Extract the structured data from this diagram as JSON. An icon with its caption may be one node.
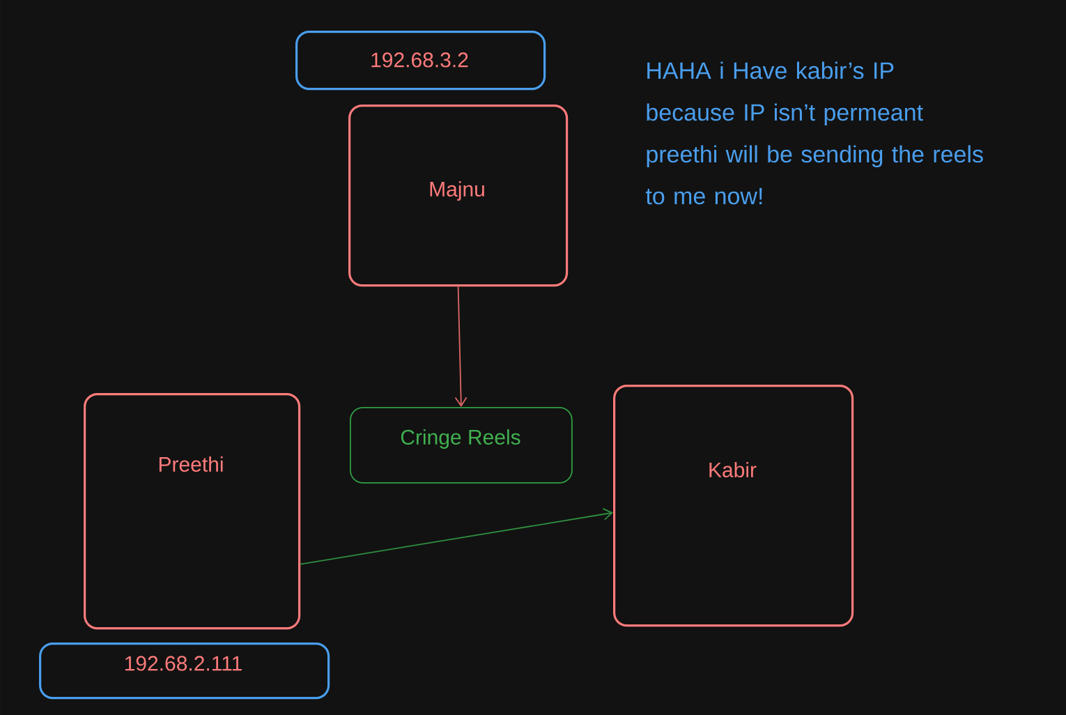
{
  "diagram": {
    "nodes": [
      {
        "text": [
          "192.68.3.2"
        ]
      },
      {
        "text": [
          "Majnu"
        ]
      },
      {
        "text": [
          "Cringe Reels"
        ]
      },
      {
        "text": [
          "Preethi"
        ]
      },
      {
        "text": [
          "Kabir"
        ]
      },
      {
        "text": [
          "192.68.2.111"
        ]
      }
    ],
    "edges": [
      {
        "from": 1,
        "to": 2,
        "arrow": "to",
        "color": "#e06666"
      },
      {
        "from": 3,
        "to": 4,
        "arrow": "to",
        "color": "#2f8f3f"
      }
    ],
    "labels": [
      "HAHA i Have kabir’s IP because IP isn’t permeant preethi will be sending the reels to me now!"
    ]
  }
}
